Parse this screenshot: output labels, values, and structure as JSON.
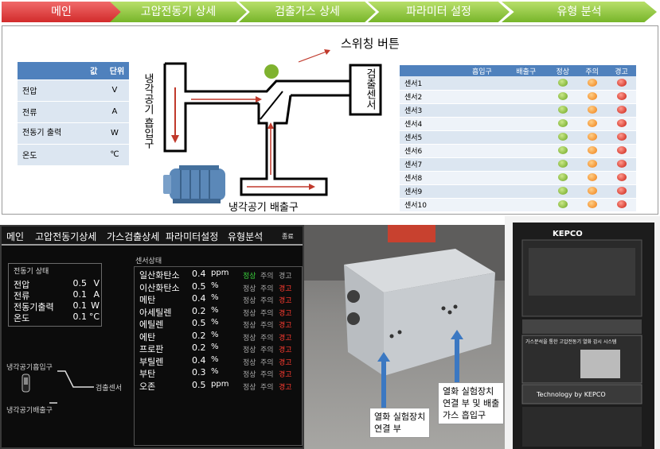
{
  "tabs": [
    {
      "label": "메인"
    },
    {
      "label": "고압전동기 상세"
    },
    {
      "label": "검출가스 상세"
    },
    {
      "label": "파라미터 설정"
    },
    {
      "label": "유형 분석"
    }
  ],
  "diagram": {
    "switching_button": "스위칭 버튼",
    "cooling_inlet": "냉각공기 흡입구",
    "cooling_outlet": "냉각공기 배출구",
    "detect_sensor": "검출센서"
  },
  "state_table": {
    "headers": [
      "",
      "값",
      "단위"
    ],
    "rows": [
      {
        "name": "전압",
        "value": "",
        "unit": "V"
      },
      {
        "name": "전류",
        "value": "",
        "unit": "A"
      },
      {
        "name": "전동기 출력",
        "value": "",
        "unit": "W"
      },
      {
        "name": "온도",
        "value": "",
        "unit": "℃"
      }
    ]
  },
  "sensor_table": {
    "headers": [
      "",
      "흡입구",
      "배출구",
      "정상",
      "주의",
      "경고"
    ],
    "rows": [
      "센서1",
      "센서2",
      "센서3",
      "센서4",
      "센서5",
      "센서6",
      "센서7",
      "센서8",
      "센서9",
      "센서10"
    ]
  },
  "app": {
    "nav": [
      "메인",
      "고압전동기상세",
      "가스검출상세",
      "파라미터설정",
      "유형분석",
      "종료"
    ],
    "motor_title": "전동기 상태",
    "motor_rows": [
      {
        "name": "전압",
        "value": "0.5",
        "unit": "V"
      },
      {
        "name": "전류",
        "value": "0.1",
        "unit": "A"
      },
      {
        "name": "전동기출력",
        "value": "0.1",
        "unit": "W"
      },
      {
        "name": "온도",
        "value": "0.1",
        "unit": "°C"
      }
    ],
    "sensor_title": "센서상태",
    "status_labels": [
      "정상",
      "주의",
      "경고"
    ],
    "sensor_rows": [
      {
        "name": "일산화탄소",
        "value": "0.4",
        "unit": "ppm",
        "state": "정상"
      },
      {
        "name": "이산화탄소",
        "value": "0.5",
        "unit": "%",
        "state": "경고"
      },
      {
        "name": "메탄",
        "value": "0.4",
        "unit": "%",
        "state": "경고"
      },
      {
        "name": "아세틸렌",
        "value": "0.2",
        "unit": "%",
        "state": "경고"
      },
      {
        "name": "에틸렌",
        "value": "0.5",
        "unit": "%",
        "state": "경고"
      },
      {
        "name": "에탄",
        "value": "0.2",
        "unit": "%",
        "state": "경고"
      },
      {
        "name": "프로판",
        "value": "0.2",
        "unit": "%",
        "state": "경고"
      },
      {
        "name": "부틸렌",
        "value": "0.4",
        "unit": "%",
        "state": "경고"
      },
      {
        "name": "부탄",
        "value": "0.3",
        "unit": "%",
        "state": "경고"
      },
      {
        "name": "오존",
        "value": "0.5",
        "unit": "ppm",
        "state": "경고"
      }
    ],
    "inlet_label": "냉각공기흡입구",
    "outlet_label": "냉각공기배출구",
    "sensor_label": "검출센서"
  },
  "photo1": {
    "note_left": [
      "열화 실험장치",
      "연결 부"
    ],
    "note_right": [
      "열화 실험장치",
      "연결 부 및 배출",
      "가스 흡입구"
    ]
  },
  "photo2": {
    "brand": "KEPCO",
    "panel_title": "가스분석을 통한 고압전동기 열화 감시 시스템",
    "footer": "Technology by KEPCO"
  },
  "colors": {
    "tab_active": "#d22b2b",
    "tab_inactive": "#77b52a",
    "table_header": "#4f81bd",
    "ok": "#39d13b",
    "warn": "#ff3b30"
  }
}
